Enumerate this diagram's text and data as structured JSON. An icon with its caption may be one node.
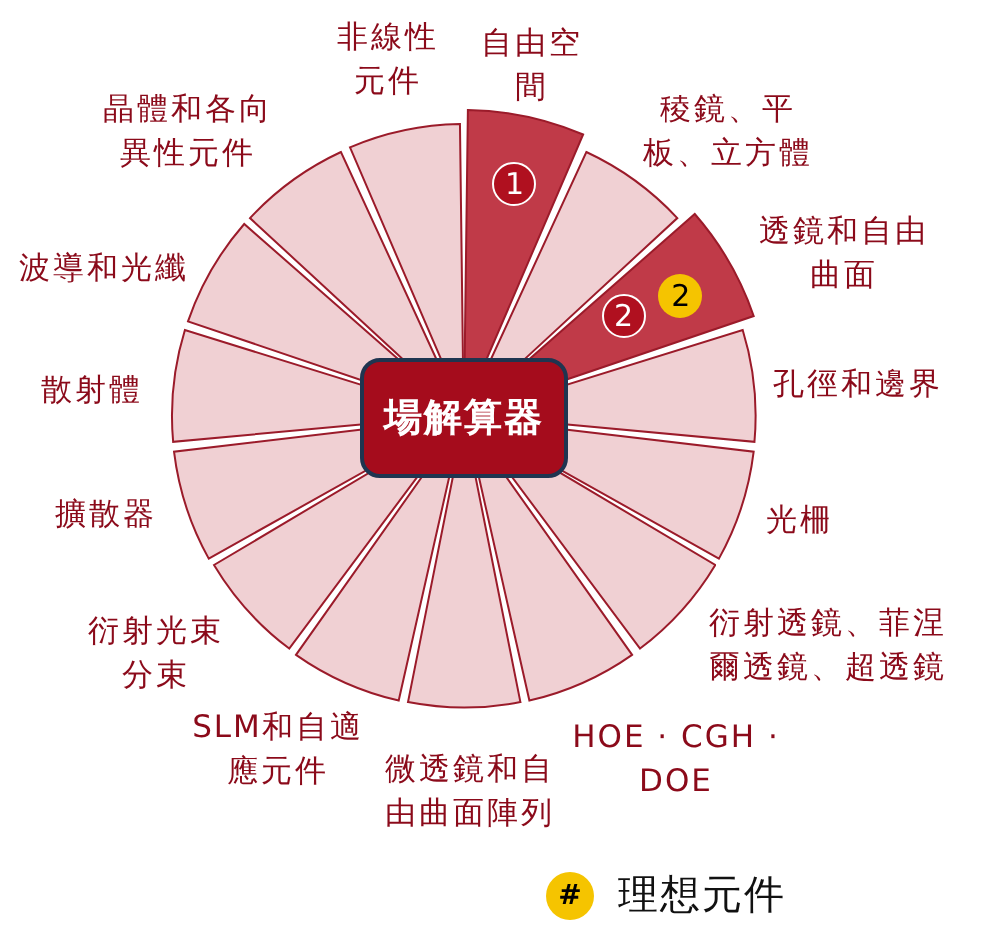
{
  "diagram": {
    "nodes": [
      {
        "text": [
          "場解算器"
        ]
      },
      {
        "text": [
          "自由空間"
        ]
      },
      {
        "text": [
          "1"
        ],
        "in": 1
      },
      {
        "text": [
          "稜鏡、平板、立方體"
        ]
      },
      {
        "text": [
          "透鏡和自由曲面"
        ]
      },
      {
        "text": [
          "2"
        ],
        "in": 4
      },
      {
        "text": [
          "2"
        ],
        "in": 4
      },
      {
        "text": [
          "孔徑和邊界"
        ]
      },
      {
        "text": [
          "光柵"
        ]
      },
      {
        "text": [
          "衍射透鏡、菲涅爾透鏡、超透鏡"
        ]
      },
      {
        "text": [
          "HOE · CGH · DOE"
        ]
      },
      {
        "text": [
          "微透鏡和自由曲面陣列"
        ]
      },
      {
        "text": [
          "SLM和自適應元件"
        ]
      },
      {
        "text": [
          "衍射光束分束"
        ]
      },
      {
        "text": [
          "擴散器"
        ]
      },
      {
        "text": [
          "散射體"
        ]
      },
      {
        "text": [
          "波導和光纖"
        ]
      },
      {
        "text": [
          "晶體和各向異性元件"
        ]
      },
      {
        "text": [
          "非線性元件"
        ]
      }
    ],
    "labels": [
      "#"
    ],
    "legend": [
      {
        "text": "理想元件",
        "color": "#f5c400"
      }
    ]
  }
}
